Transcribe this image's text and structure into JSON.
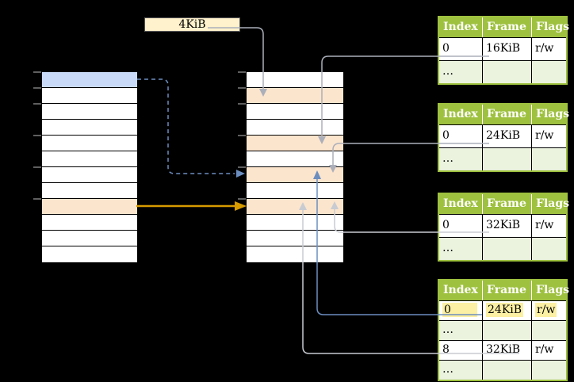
{
  "size_label": "4KiB",
  "memory_columns": {
    "virtual": {
      "cell_count": 12,
      "blue_row": 0,
      "orange_row": 8
    },
    "physical": {
      "cell_count": 12,
      "orange_rows": [
        1,
        4,
        6,
        8
      ]
    }
  },
  "tables": [
    {
      "headers": [
        "Index",
        "Frame",
        "Flags"
      ],
      "rows": [
        [
          "0",
          "16KiB",
          "r/w"
        ],
        [
          "…",
          "",
          ""
        ]
      ]
    },
    {
      "headers": [
        "Index",
        "Frame",
        "Flags"
      ],
      "rows": [
        [
          "0",
          "24KiB",
          "r/w"
        ],
        [
          "…",
          "",
          ""
        ]
      ]
    },
    {
      "headers": [
        "Index",
        "Frame",
        "Flags"
      ],
      "rows": [
        [
          "0",
          "32KiB",
          "r/w"
        ],
        [
          "…",
          "",
          ""
        ]
      ]
    },
    {
      "headers": [
        "Index",
        "Frame",
        "Flags"
      ],
      "rows": [
        [
          "0",
          "24KiB",
          "r/w"
        ],
        [
          "…",
          "",
          ""
        ],
        [
          "8",
          "32KiB",
          "r/w"
        ],
        [
          "…",
          "",
          ""
        ]
      ],
      "highlight_row": 0
    }
  ],
  "colors": {
    "background": "#000000",
    "table_header_green": "#9EC13F",
    "table_row_green": "#EBF2DE",
    "frame_orange": "#FCE5CD",
    "page_blue": "#C9DAF8",
    "label_cream": "#FFF2CC",
    "highlight_yellow": "#FBF0A3",
    "arrow_gray": "#ABAFBA",
    "arrow_gray_light": "#C8CBD2",
    "arrow_blue": "#6C8EBF",
    "arrow_orange": "#D79B00",
    "tick_gray": "#7F7F7F"
  }
}
